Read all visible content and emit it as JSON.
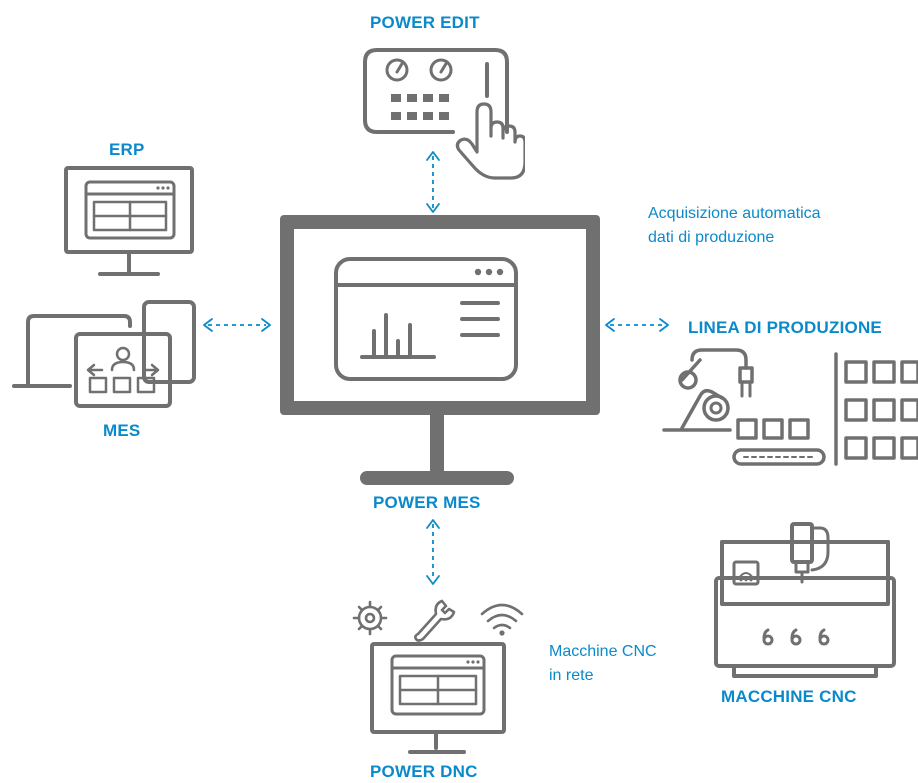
{
  "nodes": {
    "power_edit": "POWER EDIT",
    "erp": "ERP",
    "mes": "MES",
    "power_mes": "POWER MES",
    "linea": "LINEA DI PRODUZIONE",
    "macchine_cnc": "MACCHINE CNC",
    "power_dnc": "POWER DNC"
  },
  "notes": {
    "acquisizione_line1": "Acquisizione automatica",
    "acquisizione_line2": "dati di produzione",
    "cnc_rete_line1": "Macchine CNC",
    "cnc_rete_line2": "in rete"
  },
  "colors": {
    "accent": "#0a8acb",
    "icon_gray": "#707070"
  },
  "icons": [
    "control-panel-icon",
    "hand-pointer-icon",
    "monitor-icon",
    "bar-chart-icon",
    "laptop-icon",
    "tablet-icon",
    "team-icon",
    "robot-arm-icon",
    "conveyor-icon",
    "cnc-machine-icon",
    "gear-icon",
    "wrench-icon",
    "wifi-icon"
  ]
}
